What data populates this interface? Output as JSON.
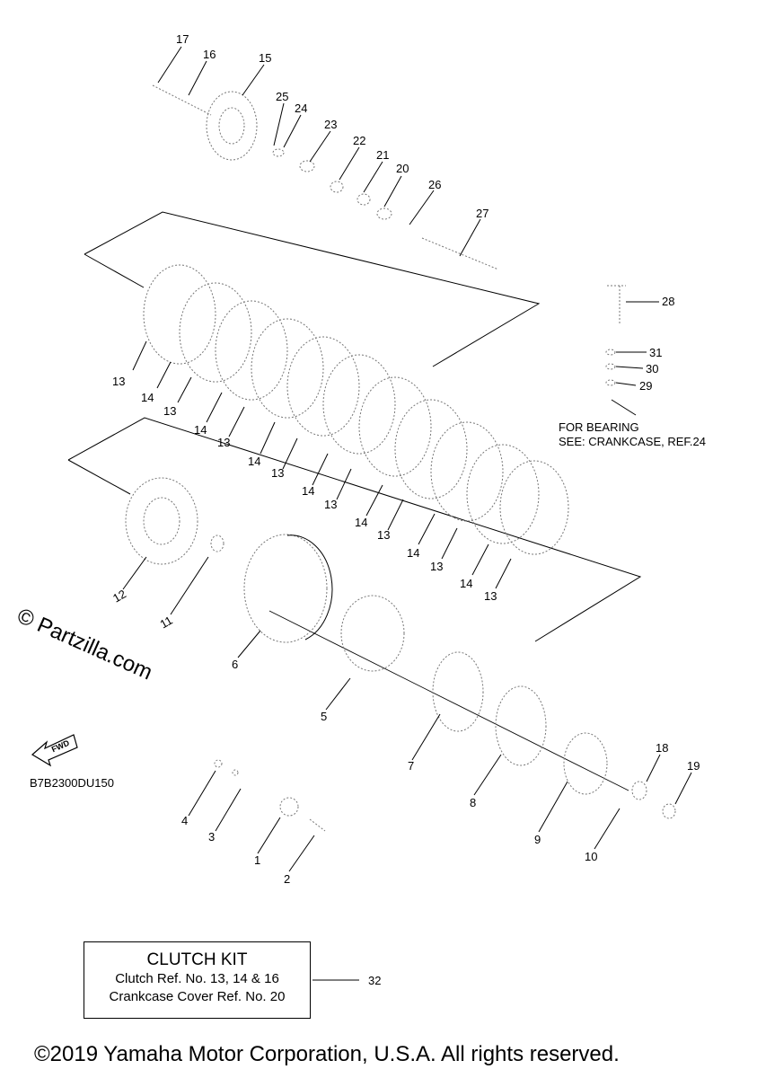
{
  "labels": [
    "1",
    "2",
    "3",
    "4",
    "5",
    "6",
    "7",
    "8",
    "9",
    "10",
    "11",
    "12",
    "13",
    "14",
    "15",
    "16",
    "17",
    "18",
    "19",
    "20",
    "21",
    "22",
    "23",
    "24",
    "25",
    "26",
    "27",
    "28",
    "29",
    "30",
    "31",
    "32"
  ],
  "note": {
    "line1": "FOR BEARING",
    "line2": "SEE: CRANKCASE, REF.24"
  },
  "diagram_code": "B7B2300DU150",
  "fwd_label": "FWD",
  "watermark": "© Partzilla.com",
  "kit": {
    "title": "CLUTCH KIT",
    "line1": "Clutch Ref. No. 13, 14 & 16",
    "line2": "Crankcase Cover Ref. No. 20",
    "ref": "32"
  },
  "copyright": "©2019 Yamaha Motor Corporation, U.S.A. All rights reserved."
}
